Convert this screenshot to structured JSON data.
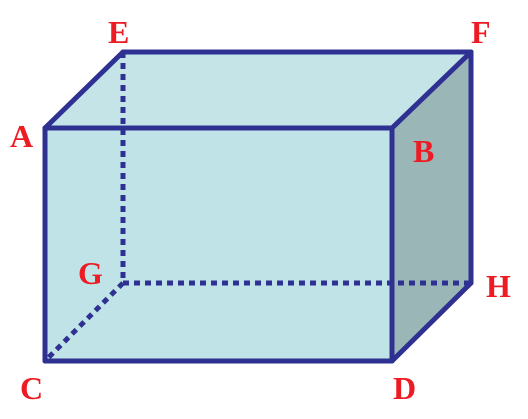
{
  "labels": {
    "a": "A",
    "b": "B",
    "c": "C",
    "d": "D",
    "e": "E",
    "f": "F",
    "g": "G",
    "h": "H"
  },
  "colors": {
    "edge": "#2e3192",
    "front_face": "#bfe3e6",
    "top_face": "#c4e4e7",
    "right_face": "#9bb6b6",
    "label": "#ed1c24"
  }
}
